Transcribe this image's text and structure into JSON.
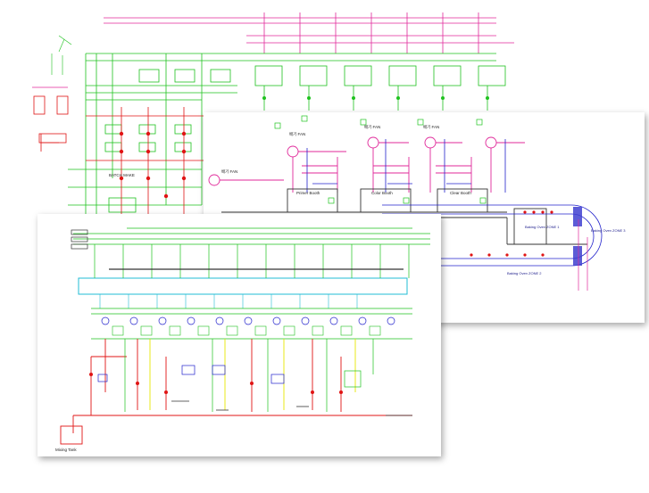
{
  "colors": {
    "green": "#1ec21e",
    "red": "#e01414",
    "magenta": "#e0289a",
    "blue": "#2222cc",
    "cyan": "#22bcd6",
    "yellow": "#e6e600",
    "dark": "#333333"
  },
  "back_sheet": {
    "label_batch": "BATCH MAKE"
  },
  "mid_sheet": {
    "fan_labels": [
      "배기 FAN",
      "배기 FAN",
      "배기 FAN",
      "배기 FAN"
    ],
    "booths": [
      "Primer Booth",
      "Color Booth",
      "Clear Booth"
    ],
    "oven_zone1": "Baking Oven ZONE 1",
    "oven_zone2": "Baking Oven ZONE 2",
    "oven_zone3": "Baking Oven ZONE 3"
  },
  "front_sheet": {
    "tank_label": "Mixing Tank"
  }
}
